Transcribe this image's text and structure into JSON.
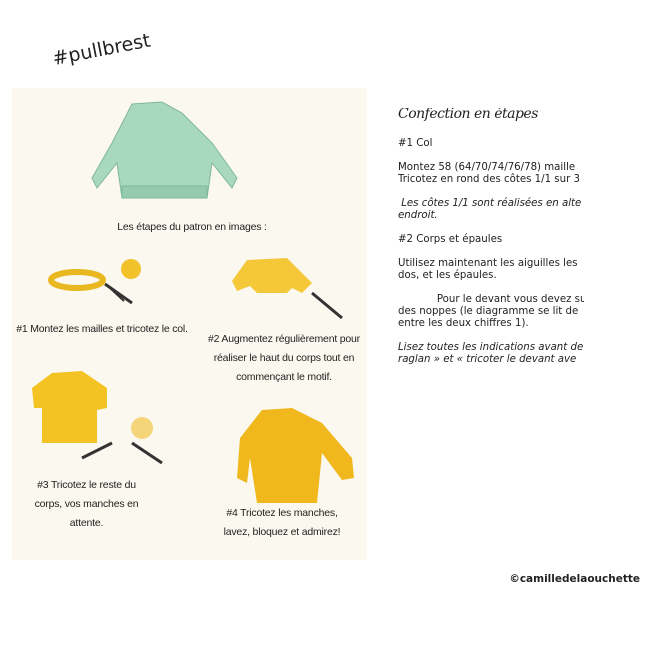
{
  "hashtag": "#pullbrest",
  "illustration": {
    "intro": "Les étapes du patron en images :",
    "steps": [
      "#1 Montez les mailles et tricotez le col.",
      "#2 Augmentez régulièrement pour réaliser le haut du corps tout en commençant le motif.",
      "#3 Tricotez le reste du corps, vos manches en attente.",
      "#4 Tricotez les manches, lavez, bloquez et admirez!"
    ],
    "colors": {
      "green": "#a8d9bf",
      "yellow": "#f3c323"
    }
  },
  "text": {
    "title": "Confection en étapes",
    "s1_heading": "#1 Col",
    "s1_line1": "Montez 58 (64/70/74/76/78) maille",
    "s1_line2": "Tricotez en rond des côtes 1/1 sur 3",
    "s1_note1": " Les côtes 1/1 sont réalisées en alte",
    "s1_note2": "endroit.",
    "s2_heading": "#2 Corps et épaules",
    "s2_line1": "Utilisez maintenant les aiguilles les",
    "s2_line2": "dos, et les épaules.",
    "s2_p2_line1": "            Pour le devant vous devez su",
    "s2_p2_line2": "des noppes (le diagramme se lit de",
    "s2_p2_line3": "entre les deux chiffres 1).",
    "s2_note1": "Lisez toutes les indications avant de",
    "s2_note2": "raglan » et « tricoter le devant ave"
  },
  "copyright": "©camilledelaouchette"
}
